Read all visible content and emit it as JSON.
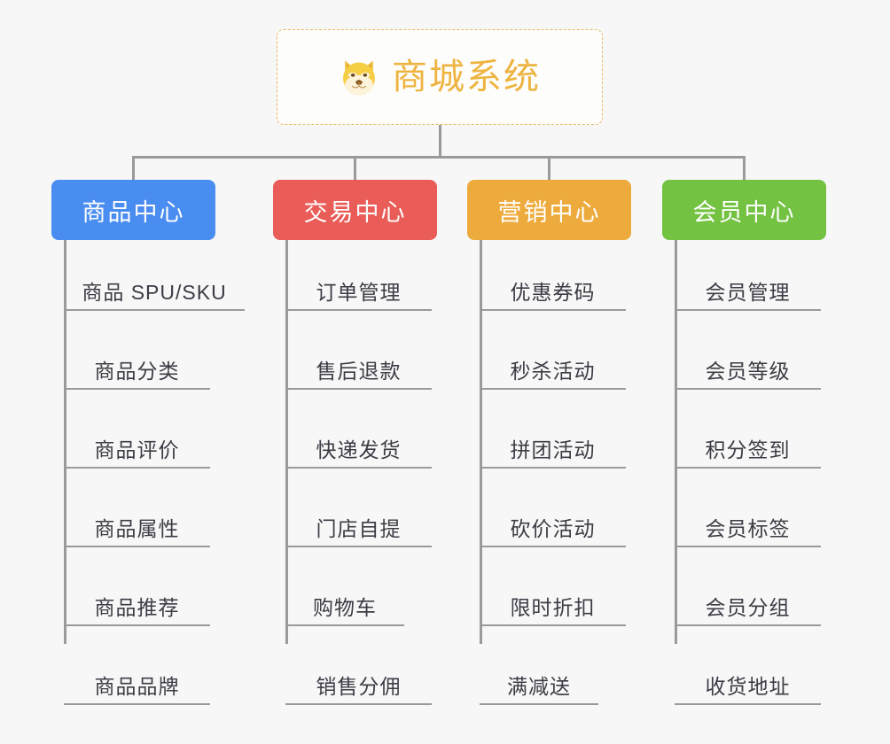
{
  "page": {
    "background_color": "#f7f7f7",
    "connector_color": "#9a9a9a",
    "leaf_text_color": "#3c3c46"
  },
  "root": {
    "title": "商城系统",
    "icon": "dog-face-emoji",
    "text_color": "#eeb440",
    "border_color": "#e8b860",
    "background_color": "#fdfdfc"
  },
  "categories": [
    {
      "label": "商品中心",
      "color": "#4a8df0",
      "items": [
        "商品 SPU/SKU",
        "商品分类",
        "商品评价",
        "商品属性",
        "商品推荐",
        "商品品牌"
      ]
    },
    {
      "label": "交易中心",
      "color": "#e95c57",
      "items": [
        "订单管理",
        "售后退款",
        "快递发货",
        "门店自提",
        "购物车",
        "销售分佣"
      ]
    },
    {
      "label": "营销中心",
      "color": "#eeab3d",
      "items": [
        "优惠券码",
        "秒杀活动",
        "拼团活动",
        "砍价活动",
        "限时折扣",
        "满减送"
      ]
    },
    {
      "label": "会员中心",
      "color": "#73c242",
      "items": [
        "会员管理",
        "会员等级",
        "积分签到",
        "会员标签",
        "会员分组",
        "收货地址"
      ]
    }
  ]
}
